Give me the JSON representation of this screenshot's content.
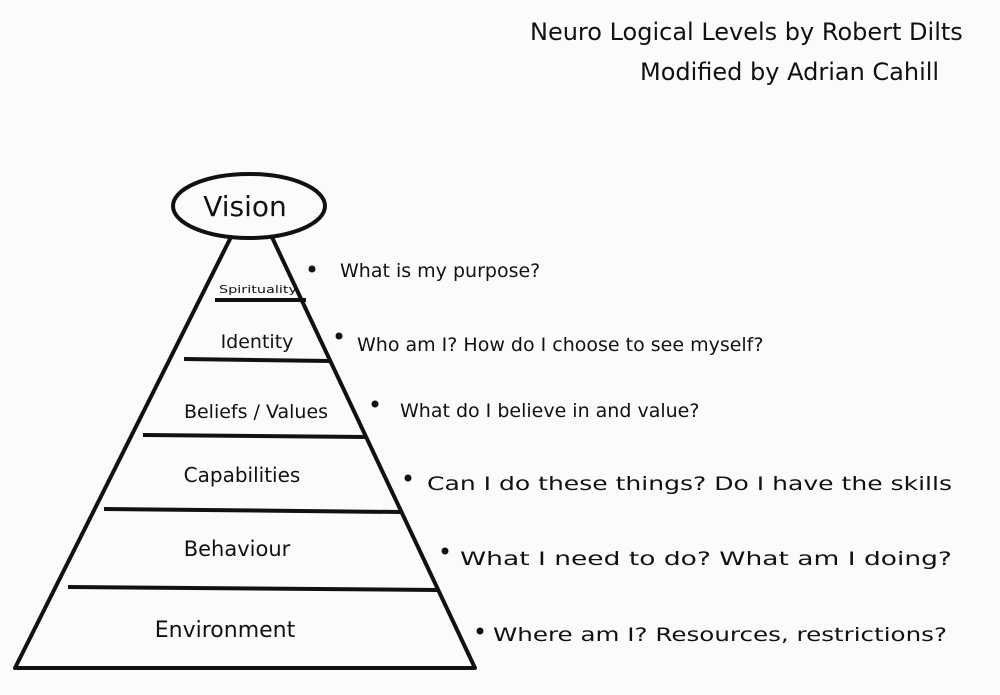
{
  "title": {
    "line1": "Neuro Logical Levels by Robert Dilts",
    "line2": "Modified by Adrian Cahill"
  },
  "apex": {
    "label": "Vision"
  },
  "levels": [
    {
      "label": "Spirituality",
      "question": "What is my purpose?"
    },
    {
      "label": "Identity",
      "question": "Who am I? How do I choose to see myself?"
    },
    {
      "label": "Beliefs / Values",
      "question": "What do I believe in and value?"
    },
    {
      "label": "Capabilities",
      "question": "Can I do these things? Do I have the skills"
    },
    {
      "label": "Behaviour",
      "question": "What I need to do? What am I doing?"
    },
    {
      "label": "Environment",
      "question": "Where am I? Resources, restrictions?"
    }
  ]
}
